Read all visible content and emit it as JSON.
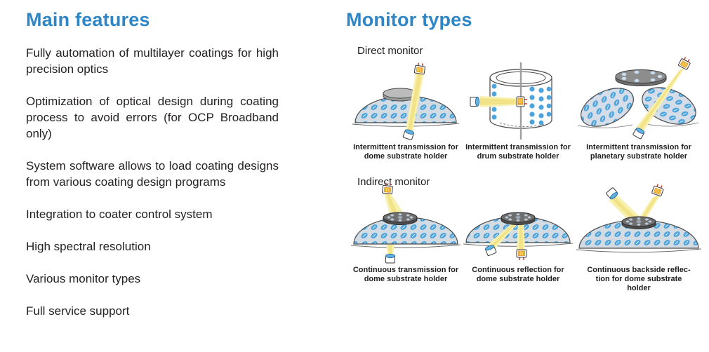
{
  "left": {
    "title": "Main features",
    "paragraphs": [
      "Fully automation of multilayer coatings for high precision optics",
      "Optimization of optical design during coating process to avoid errors (for OCP Broadband only)",
      "System software allows to load coating designs from various coating design programs",
      "Integration to coater control system",
      "High spectral resolution",
      "Various monitor types",
      "Full service support"
    ]
  },
  "right": {
    "title": "Monitor types",
    "groups": [
      {
        "label": "Direct monitor",
        "items": [
          {
            "icon": "intermittent-transmission-dome-diagram",
            "caption_lines": [
              "Intermittent transmission for",
              "dome substrate holder"
            ]
          },
          {
            "icon": "intermittent-transmission-drum-diagram",
            "caption_lines": [
              "Intermittent transmission for",
              "drum substrate holder"
            ]
          },
          {
            "icon": "intermittent-transmission-planetary-diagram",
            "caption_lines": [
              "Intermittent transmission for",
              "planetary substrate holder"
            ]
          }
        ]
      },
      {
        "label": "Indirect monitor",
        "items": [
          {
            "icon": "continuous-transmission-dome-diagram",
            "caption_lines": [
              "Continuous transmission for",
              "dome substrate holder"
            ]
          },
          {
            "icon": "continuous-reflection-dome-diagram",
            "caption_lines": [
              "Continuous reflection for",
              "dome substrate holder"
            ]
          },
          {
            "icon": "continuous-backside-reflection-dome-diagram",
            "caption_lines": [
              "Continuous backside reflec-",
              "tion for dome substrate",
              "holder"
            ]
          }
        ]
      }
    ]
  },
  "colors": {
    "heading_blue": "#2e86c6",
    "body_text": "#262223",
    "substrate_pattern_blue": "#4da4dc",
    "dome_base": "#d3dbe3",
    "beam_yellow": "#f8f0ae",
    "lamp_yellow": "#f7d04e",
    "lamp_pin_red": "#c94233",
    "detector_lens_blue": "#63b1e2"
  }
}
